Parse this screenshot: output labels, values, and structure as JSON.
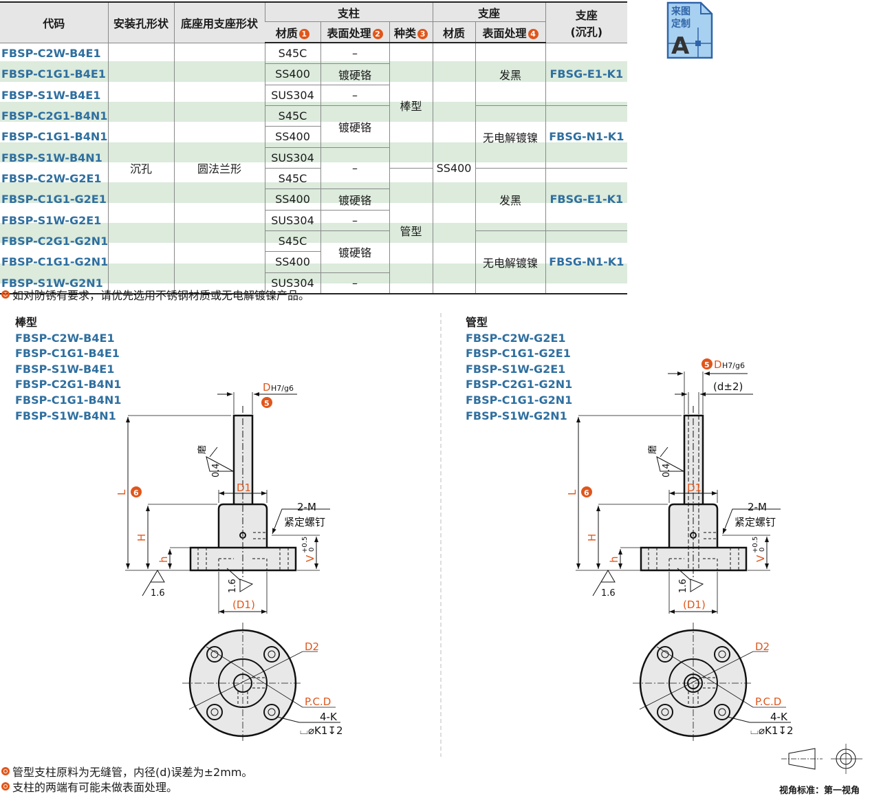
{
  "table": {
    "headers": {
      "code": "代码",
      "mount_hole": "安装孔形状",
      "base_shape": "底座用支座形状",
      "post": "支柱",
      "post_material": "材质",
      "post_surface": "表面处理",
      "post_kind": "种类",
      "seat": "支座",
      "seat_material": "材质",
      "seat_surface": "表面处理",
      "seat_sink": "支座",
      "seat_sink_sub": "(沉孔)",
      "badges": [
        "1",
        "2",
        "3",
        "4"
      ]
    },
    "codes": [
      "FBSP-C2W-B4E1",
      "FBSP-C1G1-B4E1",
      "FBSP-S1W-B4E1",
      "FBSP-C2G1-B4N1",
      "FBSP-C1G1-B4N1",
      "FBSP-S1W-B4N1",
      "FBSP-C2W-G2E1",
      "FBSP-C1G1-G2E1",
      "FBSP-S1W-G2E1",
      "FBSP-C2G1-G2N1",
      "FBSP-C1G1-G2N1",
      "FBSP-S1W-G2N1"
    ],
    "mount_hole": "沉孔",
    "base_shape": "圆法兰形",
    "materials": [
      "S45C",
      "SS400",
      "SUS304",
      "S45C",
      "SS400",
      "SUS304",
      "S45C",
      "SS400",
      "SUS304",
      "S45C",
      "SS400",
      "SUS304"
    ],
    "surfaces": {
      "none": "–",
      "chrome": "镀硬铬"
    },
    "kinds": [
      "棒型",
      "管型"
    ],
    "seat_material": "SS400",
    "seat_surfaces": [
      "发黑",
      "无电解镀镍",
      "发黑",
      "无电解镀镍"
    ],
    "seat_codes": [
      "FBSG-E1-K1",
      "FBSG-N1-K1",
      "FBSG-E1-K1",
      "FBSG-N1-K1"
    ]
  },
  "custom_badge": {
    "line1": "来图",
    "line2": "定制",
    "letter": "A"
  },
  "notes": {
    "top": "如对防锈有要求，请优先选用不锈钢材质或无电解镀镍产品。",
    "bottom1": "管型支柱原料为无缝管，内径(d)误差为±2mm。",
    "bottom2": "支柱的两端有可能未做表面处理。"
  },
  "rod_list": {
    "title": "棒型",
    "items": [
      "FBSP-C2W-B4E1",
      "FBSP-C1G1-B4E1",
      "FBSP-S1W-B4E1",
      "FBSP-C2G1-B4N1",
      "FBSP-C1G1-B4N1",
      "FBSP-S1W-B4N1"
    ]
  },
  "tube_list": {
    "title": "管型",
    "items": [
      "FBSP-C2W-G2E1",
      "FBSP-C1G1-G2E1",
      "FBSP-S1W-G2E1",
      "FBSP-C2G1-G2N1",
      "FBSP-C1G1-G2N1",
      "FBSP-S1W-G2N1"
    ]
  },
  "drawing": {
    "D": "D",
    "D_tol": "H7/g6",
    "badge5": "5",
    "badge6": "6",
    "d_label": "(d±2)",
    "L": "L",
    "H": "H",
    "h": "h",
    "V": "V",
    "V_tol_up": "+0.5",
    "V_tol_low": "0",
    "D1": "D1",
    "D1_paren": "(D1)",
    "M": "2-M",
    "setscrew": "紧定螺钉",
    "grind": "磨",
    "ra04": "0.4",
    "ra16": "1.6",
    "D2": "D2",
    "PCD": "P.C.D",
    "K": "4-K",
    "K1": "⌴⌀K1↧2"
  },
  "view_standard": "视角标准：第一视角",
  "colors": {
    "code_blue": "#2f6f9f",
    "accent_orange": "#e0561b",
    "stripe_green": "#dcebdc",
    "header_gray": "#e6e6e6"
  }
}
